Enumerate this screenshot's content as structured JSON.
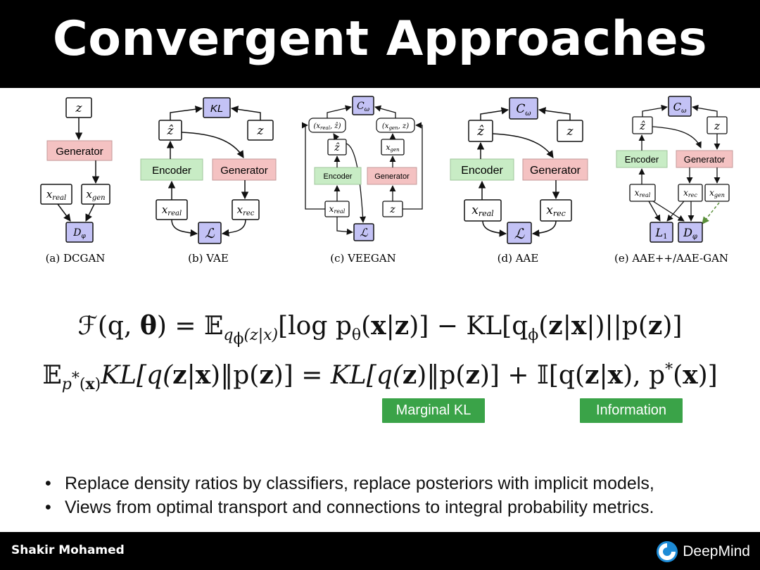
{
  "slide": {
    "title": "Convergent Approaches"
  },
  "diagrams": {
    "panels": [
      {
        "caption": "(a) DCGAN",
        "labels": {
          "z": "z",
          "generator": "Generator",
          "x_real": "x",
          "x_real_sub": "real",
          "x_gen": "x",
          "x_gen_sub": "gen",
          "disc": "D",
          "disc_sub": "φ"
        }
      },
      {
        "caption": "(b) VAE",
        "labels": {
          "kl": "KL",
          "z_hat": "ẑ",
          "z": "z",
          "encoder": "Encoder",
          "generator": "Generator",
          "x_real": "x",
          "x_real_sub": "real",
          "x_rec": "x",
          "x_rec_sub": "rec",
          "loss": "ℒ"
        }
      },
      {
        "caption": "(c) VEEGAN",
        "labels": {
          "critic": "C",
          "critic_sub": "ω",
          "pair_real": "(x",
          "pair_real_sub": "real",
          "pair_real_end": ", ẑ)",
          "pair_gen": "(x",
          "pair_gen_sub": "gen",
          "pair_gen_end": ", z)",
          "z_hat": "ẑ",
          "x_gen": "x",
          "x_gen_sub": "gen",
          "encoder": "Encoder",
          "generator": "Generator",
          "x_real": "x",
          "x_real_sub": "real",
          "z": "z",
          "loss": "ℒ"
        }
      },
      {
        "caption": "(d) AAE",
        "labels": {
          "critic": "C",
          "critic_sub": "ω",
          "z_hat": "ẑ",
          "z": "z",
          "encoder": "Encoder",
          "generator": "Generator",
          "x_real": "x",
          "x_real_sub": "real",
          "x_rec": "x",
          "x_rec_sub": "rec",
          "loss": "ℒ"
        }
      },
      {
        "caption": "(e) AAE++/AAE-GAN",
        "labels": {
          "critic": "C",
          "critic_sub": "ω",
          "z_hat": "ẑ",
          "z": "z",
          "encoder": "Encoder",
          "generator": "Generator",
          "x_real": "x",
          "x_real_sub": "real",
          "x_rec": "x",
          "x_rec_sub": "rec",
          "x_gen": "x",
          "x_gen_sub": "gen",
          "l1": "L",
          "l1_sub": "1",
          "disc": "D",
          "disc_sub": "φ"
        }
      }
    ],
    "colors": {
      "generator_fill": "#f4c2c2",
      "encoder_fill": "#c8ecc5",
      "purple_fill": "#c3c2f5",
      "line": "#111111",
      "dashed_arrow": "#5a8f3a"
    }
  },
  "equations": {
    "eq1": {
      "F": "ℱ",
      "args": "(q, ",
      "theta": "θ",
      "close": ") = ",
      "E": "𝔼",
      "sub": "q",
      "sub_phi": "ϕ",
      "sub_rest": "(z|x)",
      "body": "[log p",
      "body_theta": "θ",
      "body_x": "x",
      "bar": "|",
      "body_z": "z",
      "body_close": ")] − KL[q",
      "kl_phi": "ϕ",
      "kl_open": "(",
      "kl_z": "z",
      "kl_bar": "|",
      "kl_x": "x",
      "kl_mid": "|)||p(",
      "kl_z2": "z",
      "kl_close": ")]"
    },
    "eq2": {
      "E": "𝔼",
      "sub": "p",
      "sup": "*",
      "sub_x": "x",
      "kl": "KL[q(",
      "z1": "z",
      "bar1": "|",
      "x1": "x",
      "mid1": ")‖p(",
      "z2": "z",
      "close1": ")] = ",
      "kl2": "KL[q(",
      "z3": "z",
      "mid2": ")‖p(",
      "z4": "z",
      "close2": ")] + ",
      "I": "𝕀",
      "info_open": "[q(",
      "z5": "z",
      "bar2": "|",
      "x2": "x",
      "mid3": "), p",
      "star": "*",
      "open3": "(",
      "x3": "x",
      "close3": ")]"
    },
    "badges": {
      "marginal_kl": "Marginal KL",
      "information": "Information"
    },
    "badge_color": "#3aa348"
  },
  "bullets": [
    "Replace density ratios by classifiers, replace posteriors with implicit models,",
    "Views from optimal transport and connections to integral probability metrics."
  ],
  "footer": {
    "author": "Shakir Mohamed",
    "brand": "DeepMind",
    "brand_icon": "deepmind-logo-icon"
  }
}
